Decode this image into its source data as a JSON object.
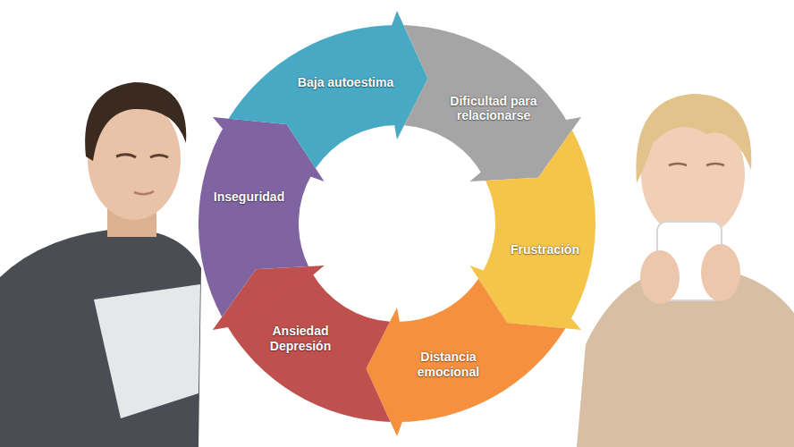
{
  "diagram": {
    "nodes": [
      {
        "text": [
          "Baja autoestima"
        ]
      },
      {
        "text": [
          "Dificultad para relacionarse"
        ]
      },
      {
        "text": [
          "Frustración"
        ]
      },
      {
        "text": [
          "Distancia emocional"
        ]
      },
      {
        "text": [
          "Ansiedad Depresión"
        ]
      },
      {
        "text": [
          "Inseguridad"
        ]
      }
    ],
    "edges": [
      {
        "from": 0,
        "to": 1,
        "arrow": "to"
      },
      {
        "from": 1,
        "to": 2,
        "arrow": "to"
      },
      {
        "from": 2,
        "to": 3,
        "arrow": "to"
      },
      {
        "from": 3,
        "to": 4,
        "arrow": "to"
      },
      {
        "from": 4,
        "to": 5,
        "arrow": "to"
      },
      {
        "from": 5,
        "to": 0,
        "arrow": "to"
      }
    ]
  }
}
